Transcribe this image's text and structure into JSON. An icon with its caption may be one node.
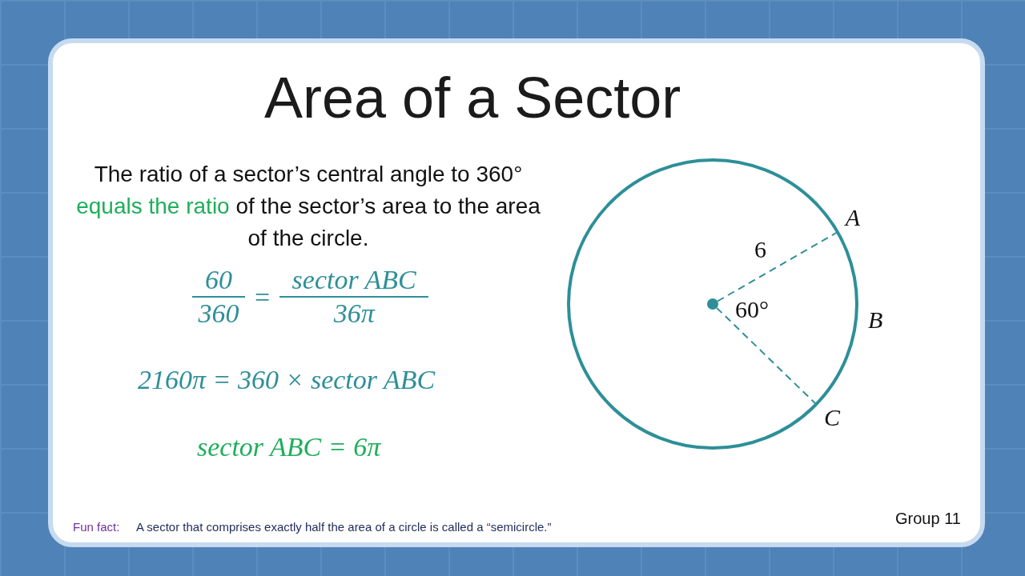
{
  "diagram": {
    "title": "Area of a Sector",
    "nodes": [
      {
        "text": [],
        "shape": "circle"
      },
      {
        "text": [
          "A"
        ]
      },
      {
        "text": [
          "C"
        ]
      }
    ],
    "edges": [
      {
        "from": 0,
        "to": 1,
        "arrow": "none",
        "style": "dashed",
        "label": "6"
      },
      {
        "from": 0,
        "to": 2,
        "arrow": "none",
        "style": "dashed"
      }
    ],
    "labels": [
      "The ratio of a sector’s central angle to 360°",
      "equals the ratio",
      "of the sector’s area to the area of the circle.",
      "60",
      "360",
      "=",
      "sector ABC",
      "36π",
      "2160π = 360 × sector ABC",
      "sector ABC = 6π",
      "60°",
      "B",
      "Fun fact:",
      "A sector that comprises exactly half the area of a circle is called a “semicircle.”",
      "Group 11"
    ]
  }
}
